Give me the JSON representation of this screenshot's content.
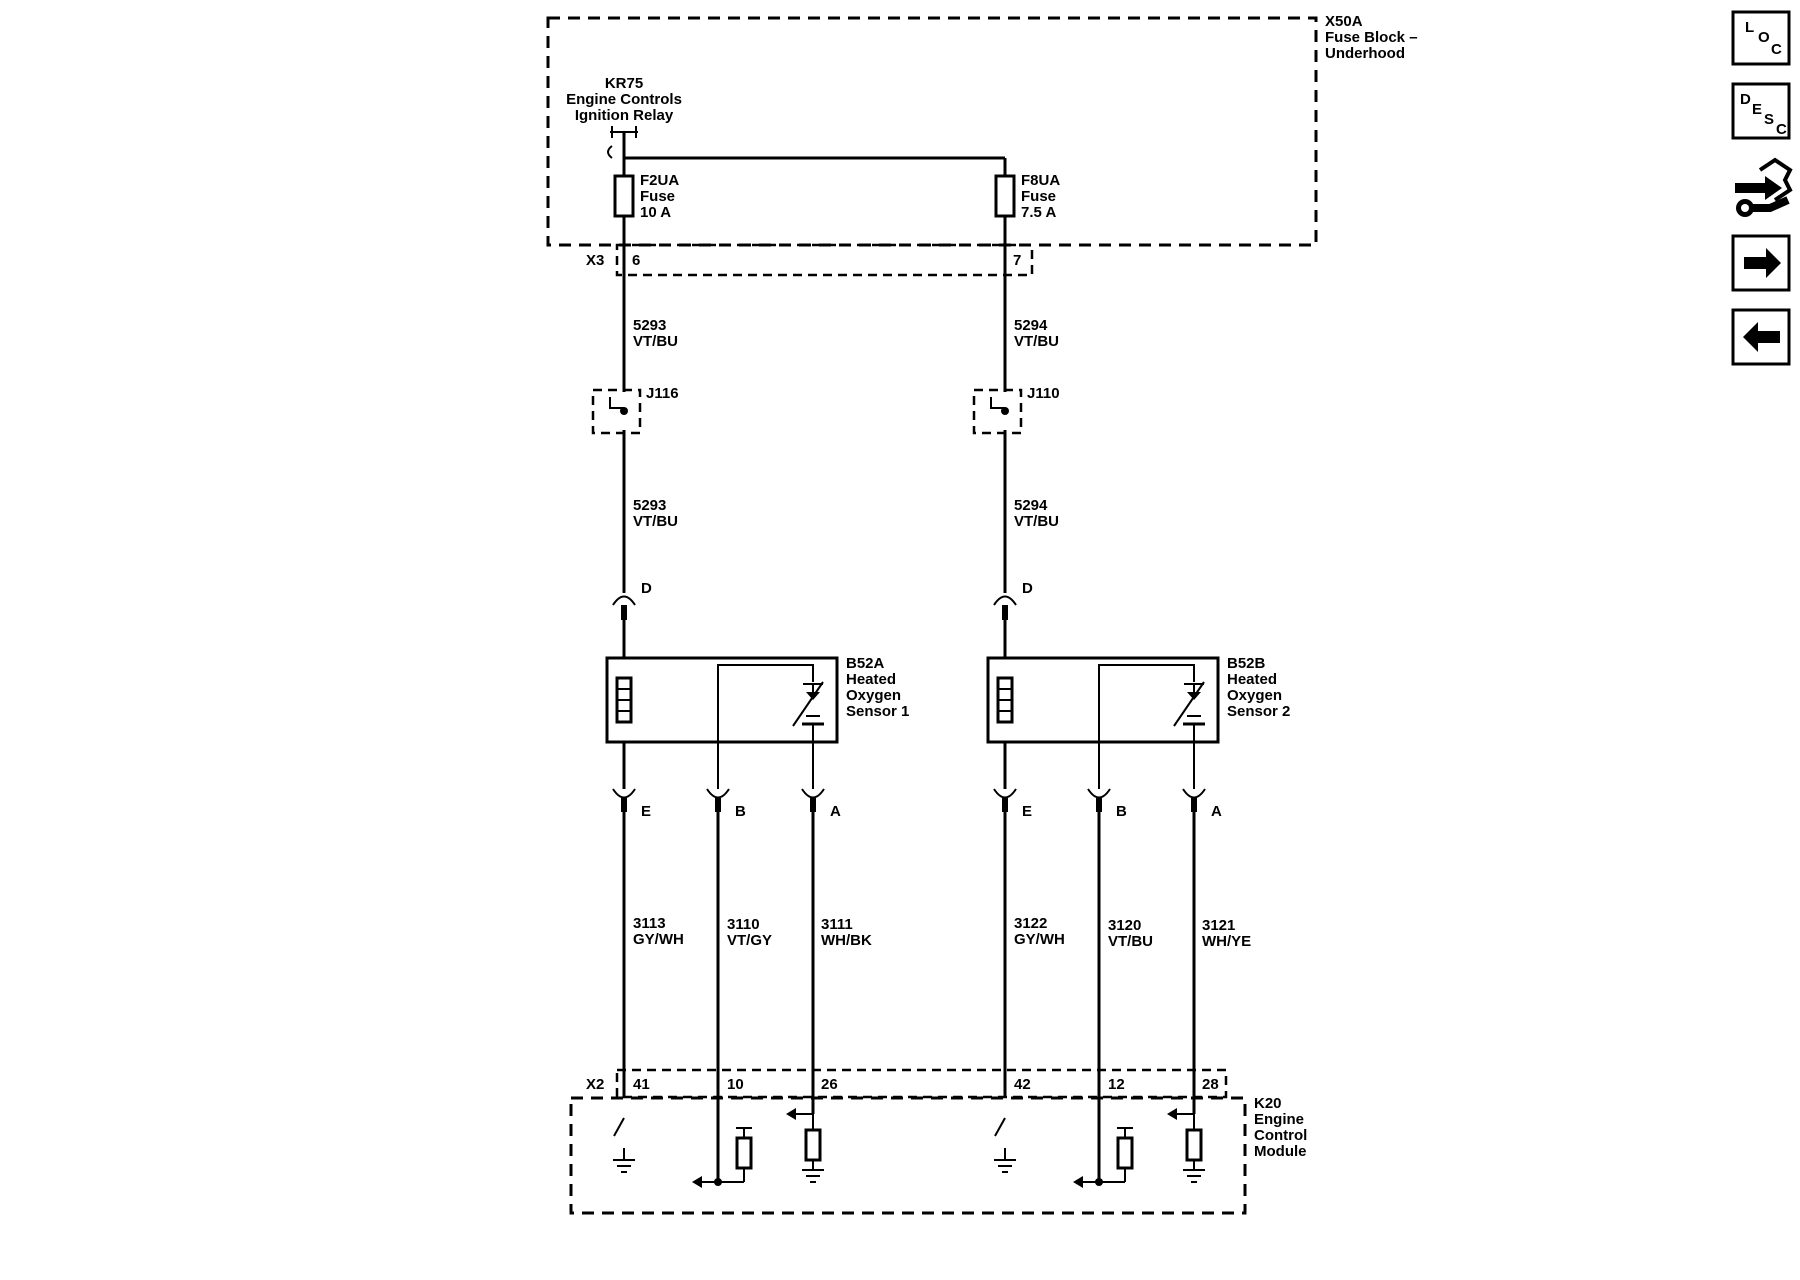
{
  "nav": {
    "loc": {
      "l": "L",
      "o": "O",
      "c": "C"
    },
    "desc": {
      "d": "D",
      "e": "E",
      "s": "S",
      "c": "C"
    }
  },
  "labels": {
    "x50a_id": "X50A",
    "x50a_l1": "Fuse Block –",
    "x50a_l2": "Underhood",
    "kr75_id": "KR75",
    "kr75_l1": "Engine Controls",
    "kr75_l2": "Ignition Relay",
    "f2ua_id": "F2UA",
    "f2ua_l1": "Fuse",
    "f2ua_l2": "10 A",
    "f8ua_id": "F8UA",
    "f8ua_l1": "Fuse",
    "f8ua_l2": "7.5 A",
    "x3": "X3",
    "x3_pin_left": "6",
    "x3_pin_right": "7",
    "w5293_top_num": "5293",
    "w5293_top_color": "VT/BU",
    "w5294_top_num": "5294",
    "w5294_top_color": "VT/BU",
    "j116": "J116",
    "j110": "J110",
    "w5293_bot_num": "5293",
    "w5293_bot_color": "VT/BU",
    "w5294_bot_num": "5294",
    "w5294_bot_color": "VT/BU",
    "pin_d_left": "D",
    "pin_d_right": "D",
    "b52a_id": "B52A",
    "b52a_l1": "Heated",
    "b52a_l2": "Oxygen",
    "b52a_l3": "Sensor 1",
    "b52b_id": "B52B",
    "b52b_l1": "Heated",
    "b52b_l2": "Oxygen",
    "b52b_l3": "Sensor 2",
    "pin_e_left": "E",
    "pin_b_left": "B",
    "pin_a_left": "A",
    "pin_e_right": "E",
    "pin_b_right": "B",
    "pin_a_right": "A",
    "w3113_num": "3113",
    "w3113_color": "GY/WH",
    "w3110_num": "3110",
    "w3110_color": "VT/GY",
    "w3111_num": "3111",
    "w3111_color": "WH/BK",
    "w3122_num": "3122",
    "w3122_color": "GY/WH",
    "w3120_num": "3120",
    "w3120_color": "VT/BU",
    "w3121_num": "3121",
    "w3121_color": "WH/YE",
    "x2": "X2",
    "x2_pin_41": "41",
    "x2_pin_10": "10",
    "x2_pin_26": "26",
    "x2_pin_42": "42",
    "x2_pin_12": "12",
    "x2_pin_28": "28",
    "k20_id": "K20",
    "k20_l1": "Engine",
    "k20_l2": "Control",
    "k20_l3": "Module"
  }
}
